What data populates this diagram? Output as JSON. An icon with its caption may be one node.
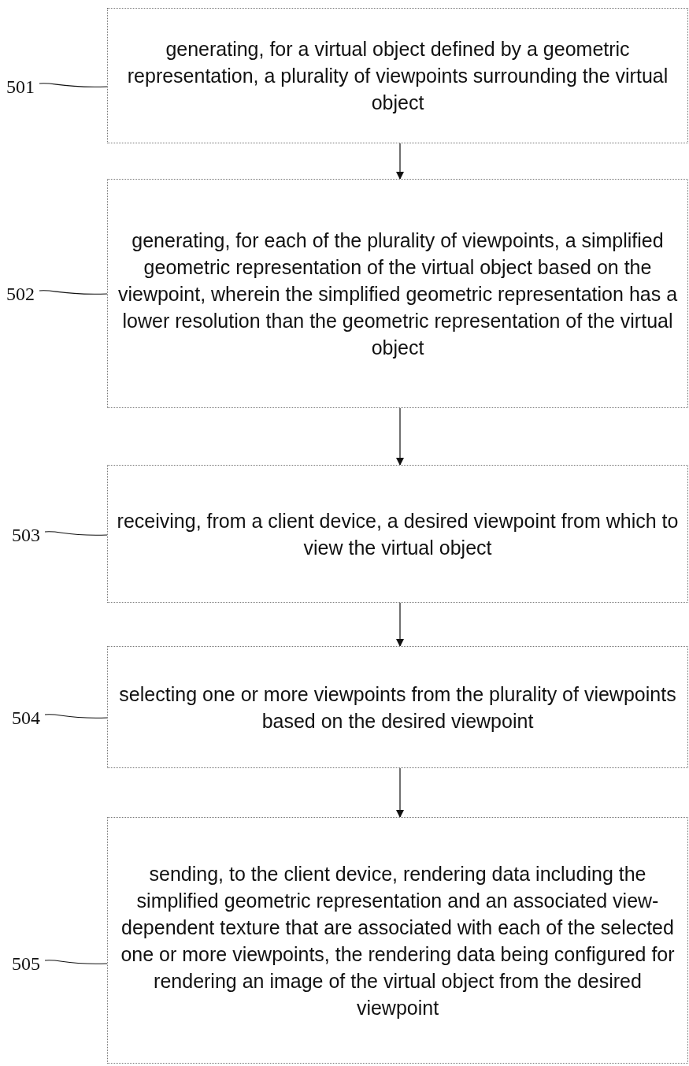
{
  "diagram": {
    "nodes": [
      {
        "text": [
          "generating, for a virtual object defined by a geometric representation, a plurality of viewpoints surrounding the virtual object"
        ]
      },
      {
        "text": [
          "generating, for each of the plurality of viewpoints, a simplified geometric representation of the virtual object based on the viewpoint, wherein the simplified geometric representation has a lower resolution than the geometric representation of the virtual object"
        ]
      },
      {
        "text": [
          "receiving, from a client device, a desired viewpoint from which to view the virtual object"
        ]
      },
      {
        "text": [
          "selecting one or more viewpoints from the plurality of viewpoints based on the desired viewpoint"
        ]
      },
      {
        "text": [
          "sending, to the client device, rendering data including the simplified geometric representation and an associated view-dependent texture that are associated with each of the selected one or more viewpoints, the rendering data being configured for rendering an image of the virtual object from the desired viewpoint"
        ]
      },
      {
        "text": [
          "501"
        ]
      },
      {
        "text": [
          "502"
        ]
      },
      {
        "text": [
          "503"
        ]
      },
      {
        "text": [
          "504"
        ]
      },
      {
        "text": [
          "505"
        ]
      }
    ],
    "edges": [
      {
        "from": 0,
        "to": 1,
        "arrow": "to"
      },
      {
        "from": 1,
        "to": 2,
        "arrow": "to"
      },
      {
        "from": 2,
        "to": 3,
        "arrow": "to"
      },
      {
        "from": 3,
        "to": 4,
        "arrow": "to"
      },
      {
        "from": 5,
        "to": 0,
        "arrow": "none"
      },
      {
        "from": 6,
        "to": 1,
        "arrow": "none"
      },
      {
        "from": 7,
        "to": 2,
        "arrow": "none"
      },
      {
        "from": 8,
        "to": 3,
        "arrow": "none"
      },
      {
        "from": 9,
        "to": 4,
        "arrow": "none"
      }
    ]
  }
}
